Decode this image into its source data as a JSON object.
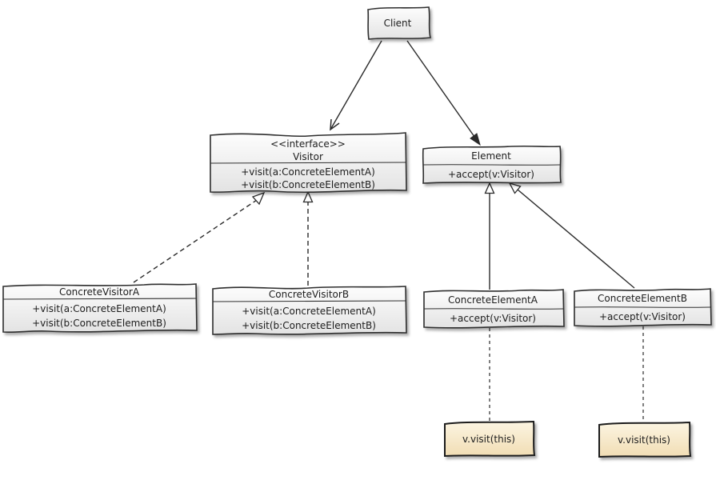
{
  "diagram": {
    "kind": "uml-class-diagram",
    "pattern": "Visitor",
    "classes": {
      "client": {
        "name": "Client"
      },
      "visitor": {
        "stereotype": "<<interface>>",
        "name": "Visitor",
        "methods": [
          "+visit(a:ConcreteElementA)",
          "+visit(b:ConcreteElementB)"
        ]
      },
      "element": {
        "name": "Element",
        "methods": [
          "+accept(v:Visitor)"
        ]
      },
      "concreteVisitorA": {
        "name": "ConcreteVisitorA",
        "methods": [
          "+visit(a:ConcreteElementA)",
          "+visit(b:ConcreteElementB)"
        ]
      },
      "concreteVisitorB": {
        "name": "ConcreteVisitorB",
        "methods": [
          "+visit(a:ConcreteElementA)",
          "+visit(b:ConcreteElementB)"
        ]
      },
      "concreteElementA": {
        "name": "ConcreteElementA",
        "methods": [
          "+accept(v:Visitor)"
        ]
      },
      "concreteElementB": {
        "name": "ConcreteElementB",
        "methods": [
          "+accept(v:Visitor)"
        ]
      }
    },
    "notes": {
      "elementA": {
        "text": "v.visit(this)"
      },
      "elementB": {
        "text": "v.visit(this)"
      }
    },
    "relationships": [
      {
        "from": "Client",
        "to": "Visitor",
        "type": "directed-association"
      },
      {
        "from": "Client",
        "to": "Element",
        "type": "directed-association"
      },
      {
        "from": "ConcreteVisitorA",
        "to": "Visitor",
        "type": "realization"
      },
      {
        "from": "ConcreteVisitorB",
        "to": "Visitor",
        "type": "realization"
      },
      {
        "from": "ConcreteElementA",
        "to": "Element",
        "type": "generalization"
      },
      {
        "from": "ConcreteElementB",
        "to": "Element",
        "type": "generalization"
      },
      {
        "from": "ConcreteElementA",
        "to": "v.visit(this)",
        "type": "note-link"
      },
      {
        "from": "ConcreteElementB",
        "to": "v.visit(this)",
        "type": "note-link"
      }
    ],
    "colors": {
      "class_fill_top": "#fdfdfd",
      "class_fill_bottom": "#e3e3e3",
      "note_fill_top": "#fcf5e2",
      "note_fill_bottom": "#f1ddb4",
      "stroke": "#2e2e2e",
      "background": "#ffffff"
    }
  }
}
